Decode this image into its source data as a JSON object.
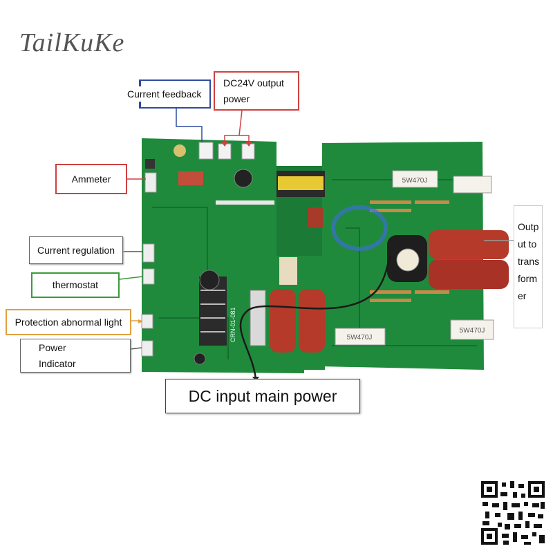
{
  "brand": "TailKuKe",
  "labels": {
    "current_feedback": "Current feedback",
    "dc24v_line1": "DC24V output",
    "dc24v_line2": "power",
    "ammeter": "Ammeter",
    "current_regulation": "Current regulation",
    "thermostat": "thermostat",
    "protection_light": "Protection abnormal light",
    "power_line1": "Power",
    "power_line2": "Indicator",
    "dc_input": "DC input main power",
    "output_line1": "Outp",
    "output_line2": "ut to",
    "output_line3": "trans",
    "output_line4": "form",
    "output_line5": "er"
  },
  "board_print": {
    "resistor_1": "5W470J",
    "resistor_2": "5W470J",
    "resistor_3": "5W470J",
    "board_code": "CRN-01-081"
  },
  "colors": {
    "pcb_green": "#1f8a3c",
    "pcb_dark": "#14652b",
    "label_red": "#d04040",
    "label_blue": "#2f4ba0",
    "label_green": "#3a9a3a",
    "label_orange": "#e0a040"
  }
}
